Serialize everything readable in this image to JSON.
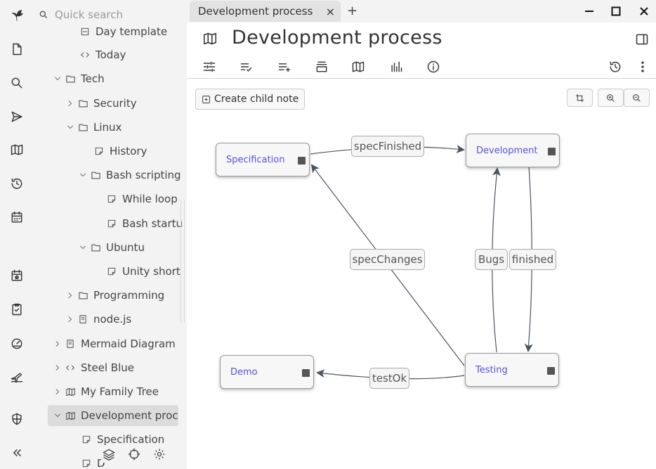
{
  "search": {
    "placeholder": "Quick search"
  },
  "tree": {
    "items": [
      {
        "label": "Day template"
      },
      {
        "label": "Today"
      },
      {
        "label": "Tech"
      },
      {
        "label": "Security"
      },
      {
        "label": "Linux"
      },
      {
        "label": "History"
      },
      {
        "label": "Bash scripting"
      },
      {
        "label": "While loop"
      },
      {
        "label": "Bash startu"
      },
      {
        "label": "Ubuntu"
      },
      {
        "label": "Unity short"
      },
      {
        "label": "Programming"
      },
      {
        "label": "node.js"
      },
      {
        "label": "Mermaid Diagram"
      },
      {
        "label": "Steel Blue"
      },
      {
        "label": "My Family Tree"
      },
      {
        "label": "Development proc"
      },
      {
        "label": "Specification"
      },
      {
        "label": "D"
      }
    ]
  },
  "tab": {
    "title": "Development process",
    "close": "×",
    "new": "+"
  },
  "note": {
    "title": "Development process"
  },
  "toolbar": {
    "create_child": "Create child note"
  },
  "diagram": {
    "nodes": [
      {
        "label": "Specification"
      },
      {
        "label": "Development"
      },
      {
        "label": "Demo"
      },
      {
        "label": "Testing"
      }
    ],
    "edges": [
      {
        "label": "specFinished"
      },
      {
        "label": "specChanges"
      },
      {
        "label": "Bugs"
      },
      {
        "label": "finished"
      },
      {
        "label": "testOk"
      }
    ]
  },
  "colors": {
    "accent_link": "#5450e0",
    "sidebar_bg": "#f3f3f3",
    "active_item": "#dcdcdc"
  }
}
